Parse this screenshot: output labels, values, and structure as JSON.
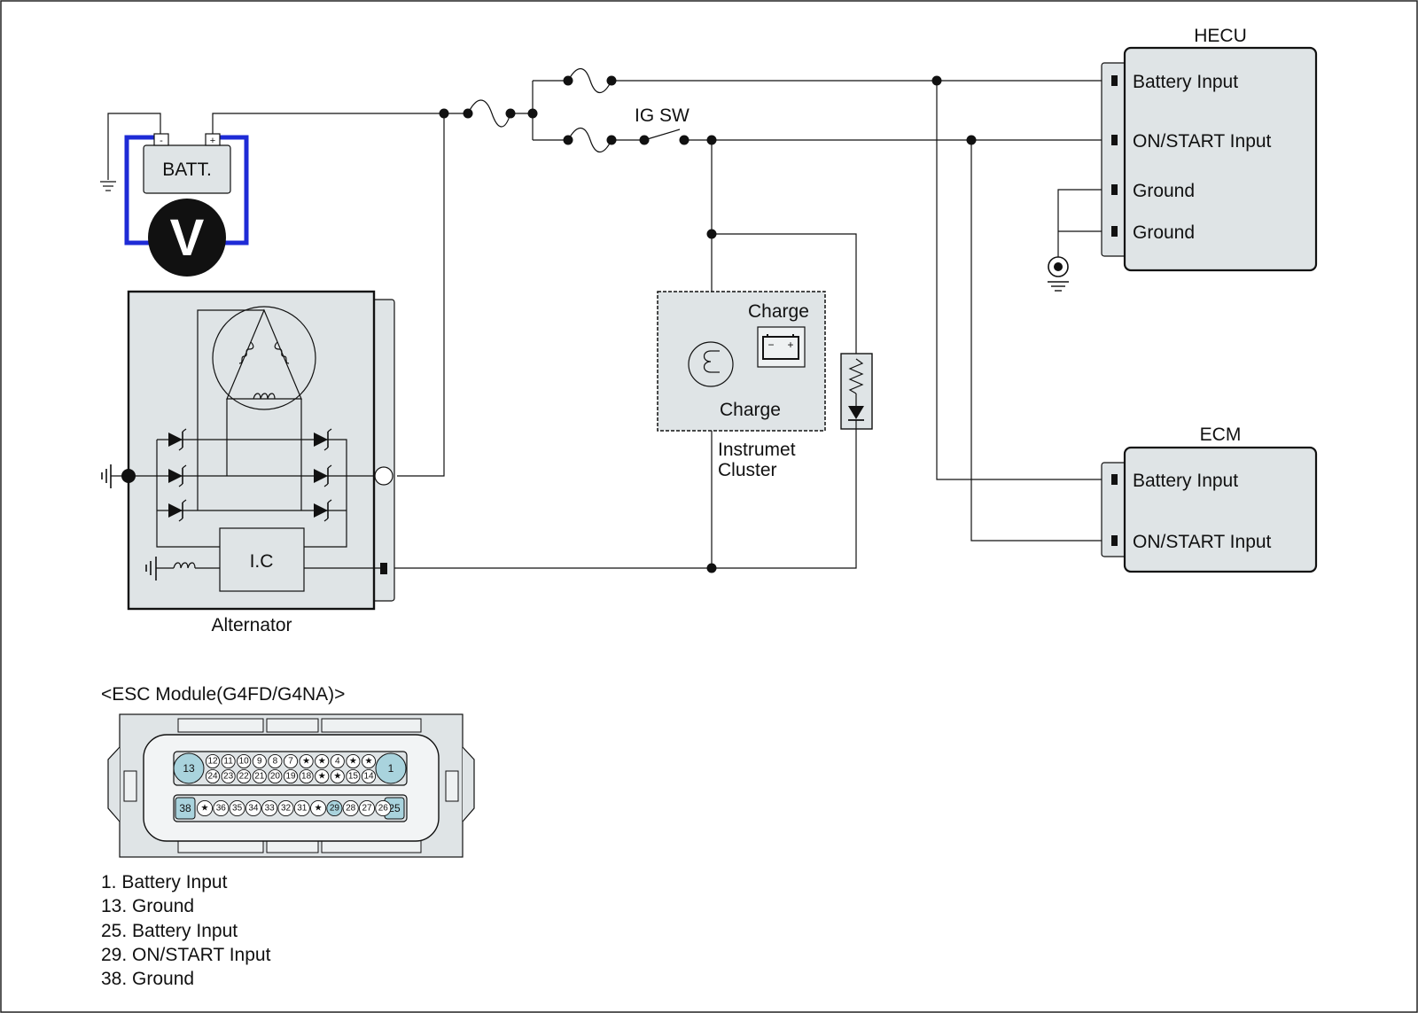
{
  "colors": {
    "module_fill": "#dfe4e6",
    "wire": "#111111",
    "meter_loop": "#1e2bd6",
    "pin_highlight": "#a9d3dd",
    "connector_fill": "#f2f4f5"
  },
  "labels": {
    "batt": "BATT.",
    "voltmeter": "V",
    "ig_sw": "IG SW",
    "alternator": "Alternator",
    "ic": "I.C",
    "charge_top": "Charge",
    "charge_bottom": "Charge",
    "cluster_line1": "Instrumet",
    "cluster_line2": "Cluster",
    "batt_minus": "-",
    "batt_plus": "+",
    "lamp_minus": "−",
    "lamp_plus": "+"
  },
  "hecu": {
    "title": "HECU",
    "pins": [
      "Battery Input",
      "ON/START Input",
      "Ground",
      "Ground"
    ]
  },
  "ecm": {
    "title": "ECM",
    "pins": [
      "Battery Input",
      "ON/START Input"
    ]
  },
  "connector": {
    "title": "<ESC Module(G4FD/G4NA)>",
    "row1_top": [
      "12",
      "11",
      "10",
      "9",
      "8",
      "7",
      "★",
      "★",
      "4",
      "★",
      "★"
    ],
    "row1_bottom": [
      "24",
      "23",
      "22",
      "21",
      "20",
      "19",
      "18",
      "★",
      "★",
      "15",
      "14"
    ],
    "row2": [
      "★",
      "36",
      "35",
      "34",
      "33",
      "32",
      "31",
      "★",
      "29",
      "28",
      "27",
      "26"
    ],
    "big_pins": {
      "left_top": "13",
      "right_top": "1",
      "left_bottom": "38",
      "right_bottom": "25"
    }
  },
  "legend": [
    "1. Battery Input",
    "13. Ground",
    "25. Battery Input",
    "29. ON/START Input",
    "38. Ground"
  ]
}
